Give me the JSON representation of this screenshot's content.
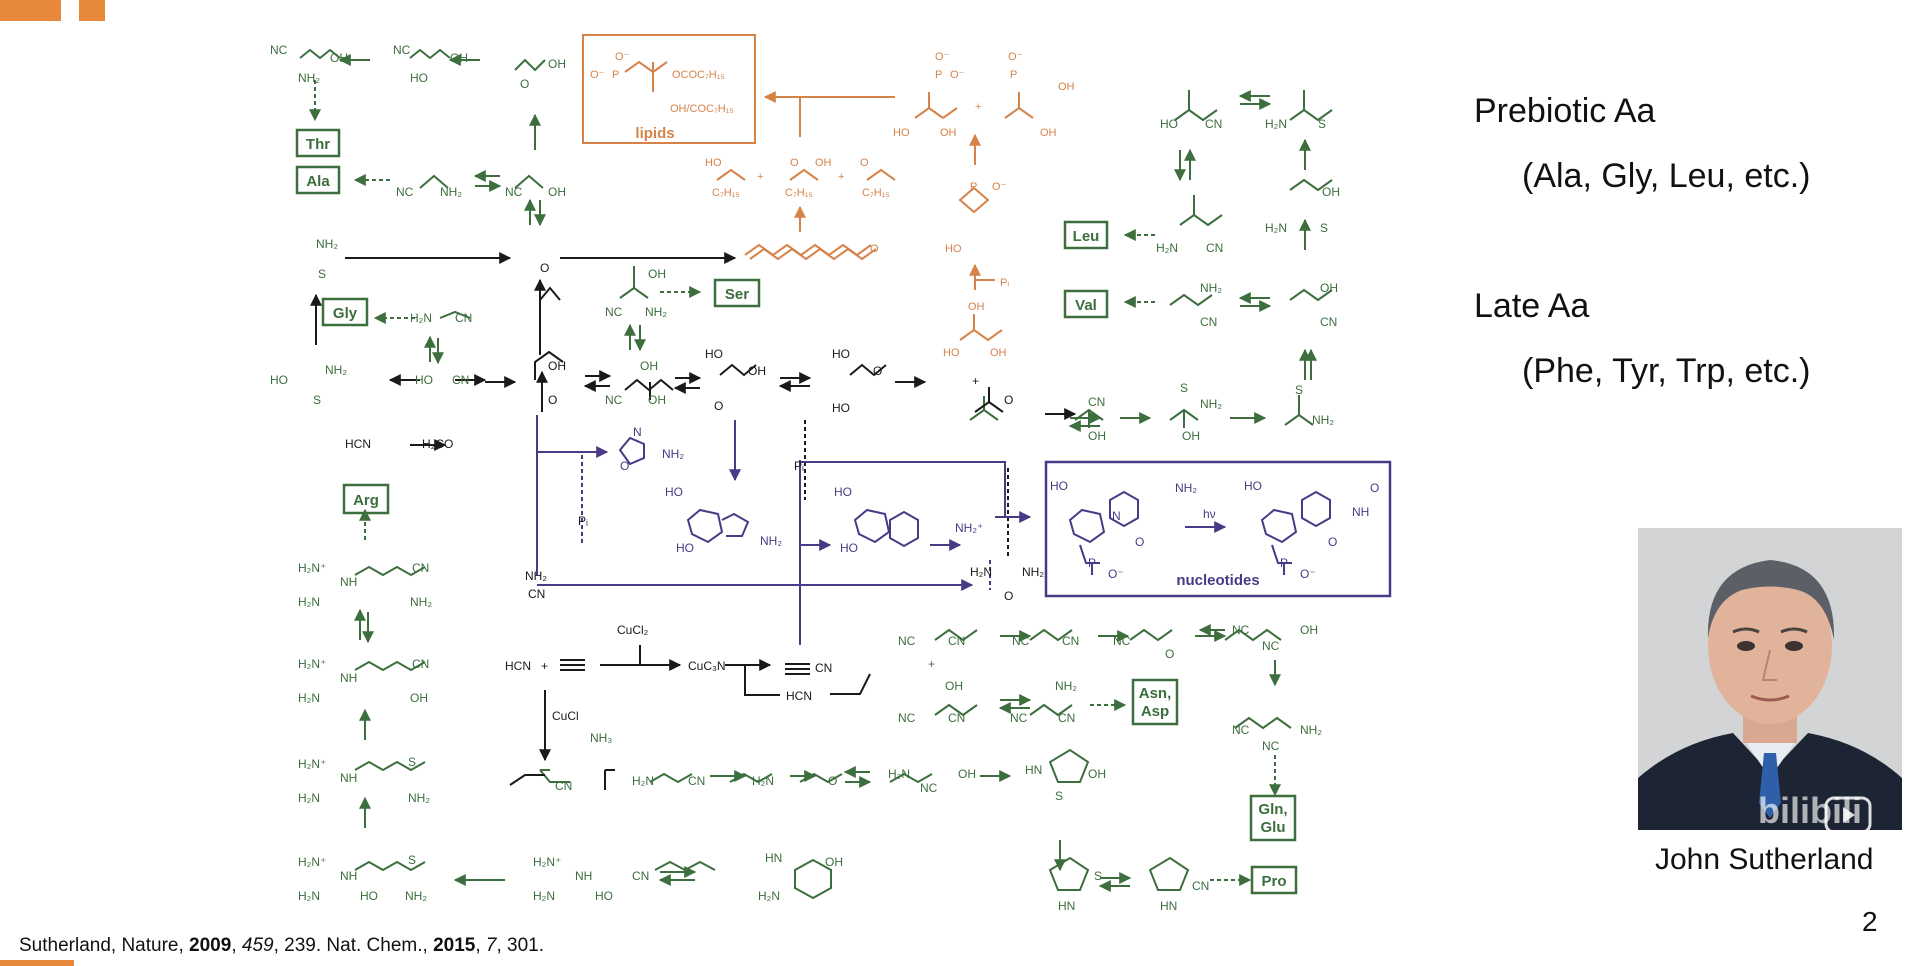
{
  "colors": {
    "green": "#3c6e3e",
    "orange": "#d6834a",
    "purple": "#4a3a86",
    "black": "#1a1a1a",
    "accent": "#e8893a"
  },
  "sidebar": {
    "prebiotic_title": "Prebiotic Aa",
    "prebiotic_examples": "(Ala, Gly, Leu, etc.)",
    "late_title": "Late Aa",
    "late_examples": "(Phe, Tyr, Trp, etc.)"
  },
  "person": {
    "name": "John Sutherland"
  },
  "slide_number": "2",
  "watermark": "bilibili",
  "citation": {
    "p1": "Sutherland, Nature, ",
    "y1": "2009",
    "p2": ", ",
    "v1": "459",
    "p3": ", 239. Nat. Chem., ",
    "y2": "2015",
    "p4": ", ",
    "v2": "7",
    "p5": ", 301."
  },
  "boxes": {
    "thr": "Thr",
    "ala": "Ala",
    "gly": "Gly",
    "ser": "Ser",
    "arg": "Arg",
    "leu": "Leu",
    "val": "Val",
    "asn_asp_1": "Asn,",
    "asn_asp_2": "Asp",
    "gln_glu_1": "Gln,",
    "gln_glu_2": "Glu",
    "pro": "Pro",
    "lipids": "lipids",
    "nucleotides": "nucleotides"
  },
  "labels": {
    "nc": "NC",
    "cn": "CN",
    "oh": "OH",
    "ho": "HO",
    "nh2": "NH₂",
    "h2n": "H₂N",
    "o": "O",
    "s": "S",
    "n": "N",
    "nh": "NH",
    "hn": "HN",
    "hn_h": "H",
    "h2n_plus": "H₂N⁺",
    "h2n_plain": "H₂N",
    "nh2_plus": "NH₂⁺",
    "h2n_plus_ring": "H₂N",
    "hcn": "HCN",
    "h2co": "H₂CO",
    "pi": "Pᵢ",
    "cucl2": "CuCl₂",
    "cucl": "CuCl",
    "cuc3n": "CuC₃N",
    "nh3": "NH₃",
    "plus": "+",
    "hv": "hν",
    "p": "P",
    "o_minus": "O⁻",
    "c7h15": "C₇H₁₅",
    "ococ7h15": "OCOC₇H₁₅",
    "ohcoc7h15": "OH/COC₇H₁₅",
    "nh2_cn": "NH₂",
    "cn_n": "CN"
  }
}
